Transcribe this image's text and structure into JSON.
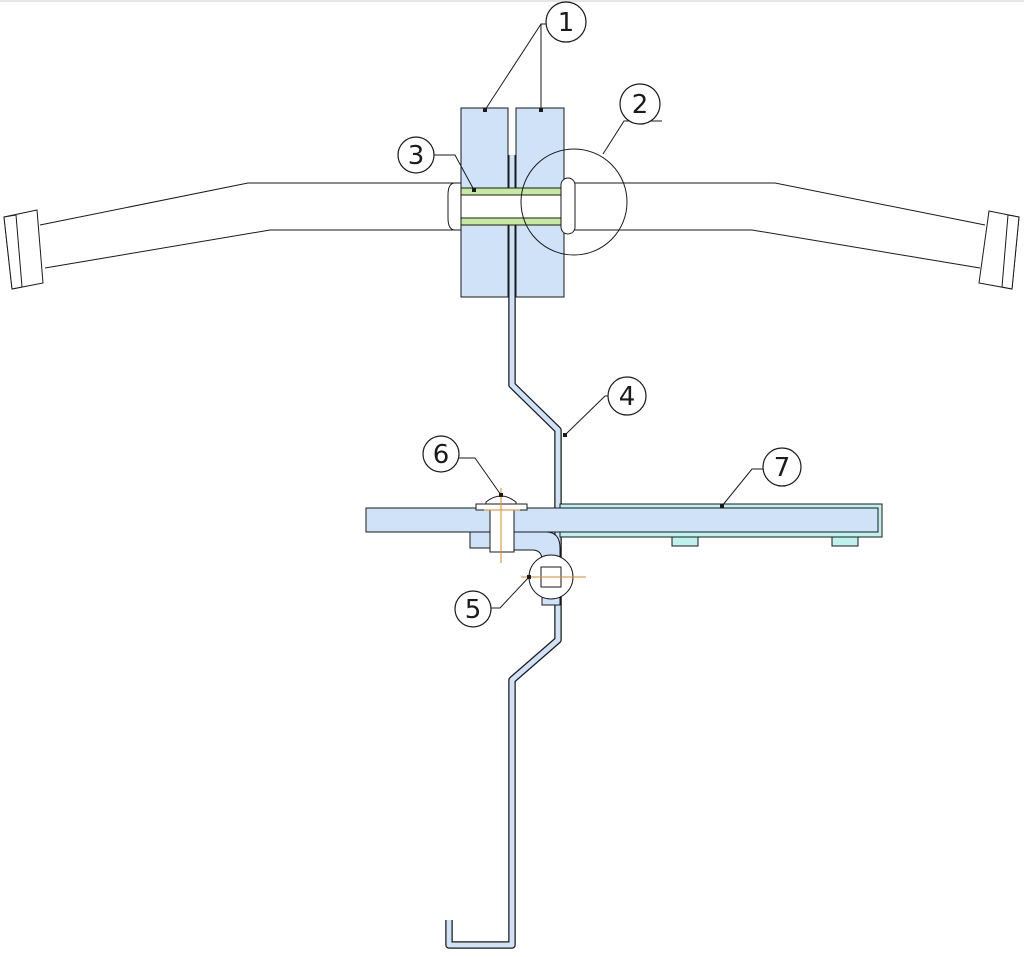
{
  "colors": {
    "clamp_blue": "#cfe2f7",
    "pad_green": "#c8eaa0",
    "bracket_cyan": "#bdf2ef",
    "outline": "#1a1a1a",
    "center_line": "#e08a1e"
  },
  "callouts": [
    {
      "id": "1",
      "label": "1",
      "part": "clamp-blocks"
    },
    {
      "id": "2",
      "label": "2",
      "part": "detail-circle"
    },
    {
      "id": "3",
      "label": "3",
      "part": "green-spacer"
    },
    {
      "id": "4",
      "label": "4",
      "part": "hook-rod"
    },
    {
      "id": "5",
      "label": "5",
      "part": "rod-bushing"
    },
    {
      "id": "6",
      "label": "6",
      "part": "bolt"
    },
    {
      "id": "7",
      "label": "7",
      "part": "cyan-bracket"
    }
  ]
}
